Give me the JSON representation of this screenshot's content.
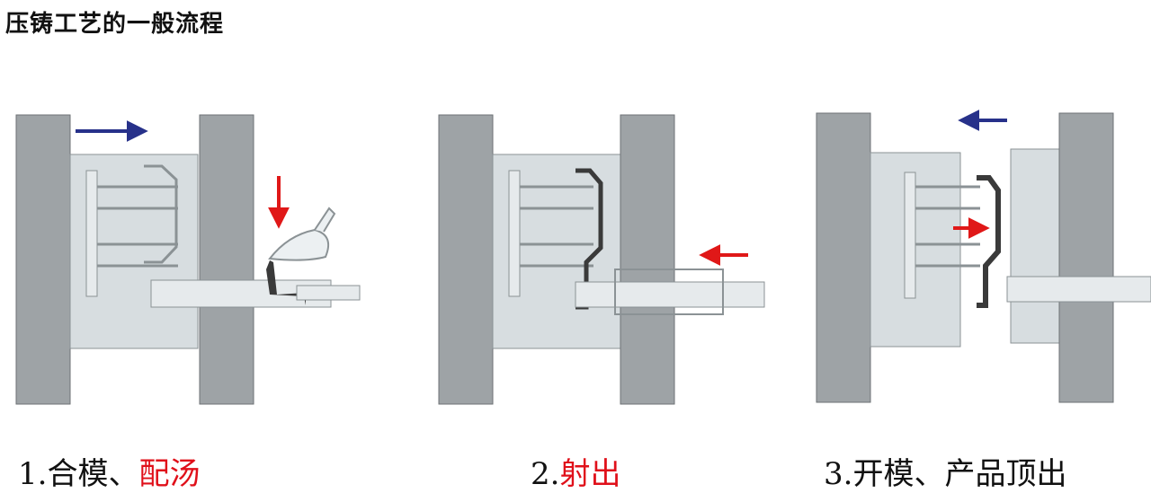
{
  "title": "压铸工艺的一般流程",
  "steps": [
    {
      "number": "1",
      "sep": ".",
      "black": "合模、",
      "red": "配汤"
    },
    {
      "number": "2",
      "sep": ".",
      "black": "",
      "red": "射出"
    },
    {
      "number": "3",
      "sep": ".",
      "black": "开模、产品顶出",
      "red": ""
    }
  ],
  "colors": {
    "platen": "#9ea3a6",
    "platen_edge": "#6d7275",
    "mold": "#d7dde0",
    "mold_edge": "#8b9295",
    "blue_arrow": "#27318a",
    "red_arrow": "#e01818",
    "metal": "#3a3a3a",
    "text_red": "#e0101a"
  }
}
